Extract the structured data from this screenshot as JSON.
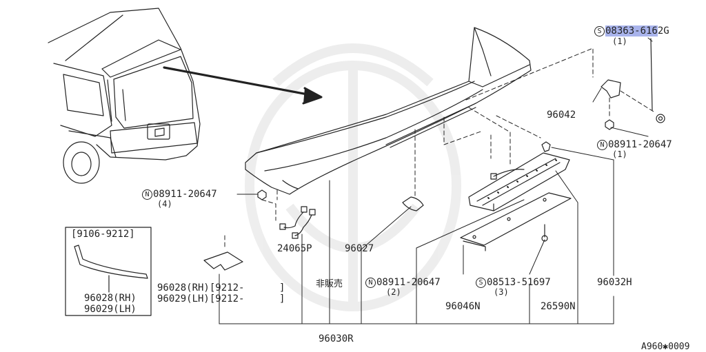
{
  "diagram": {
    "part_labels": {
      "screw_top": {
        "prefix": "S",
        "highlight": "08363-616",
        "rest": "2G",
        "qty": "(1)"
      },
      "bracket": "96042",
      "nut_right": {
        "prefix": "N",
        "part": "08911-20647",
        "qty": "(1)"
      },
      "nut_left": {
        "prefix": "N",
        "part": "08911-20647",
        "qty": "(4)"
      },
      "harness": "24065P",
      "clip": "96027",
      "pad_rh": "96028(RH)[9212-      ]",
      "pad_lh": "96029(LH)[9212-      ]",
      "not_for_sale": "非販売",
      "nut_bottom": {
        "prefix": "N",
        "part": "08911-20647",
        "qty": "(2)"
      },
      "screw_bottom": {
        "prefix": "S",
        "part": "08513-51697",
        "qty": "(3)"
      },
      "lamp_cover": "96046N",
      "lamp": "26590N",
      "lamp_assy": "96032H",
      "spoiler_assy": "96030R"
    },
    "inset": {
      "range": "[9106-9212]",
      "rh": "96028(RH)",
      "lh": "96029(LH)"
    },
    "figure_code": "A960✱0009"
  }
}
